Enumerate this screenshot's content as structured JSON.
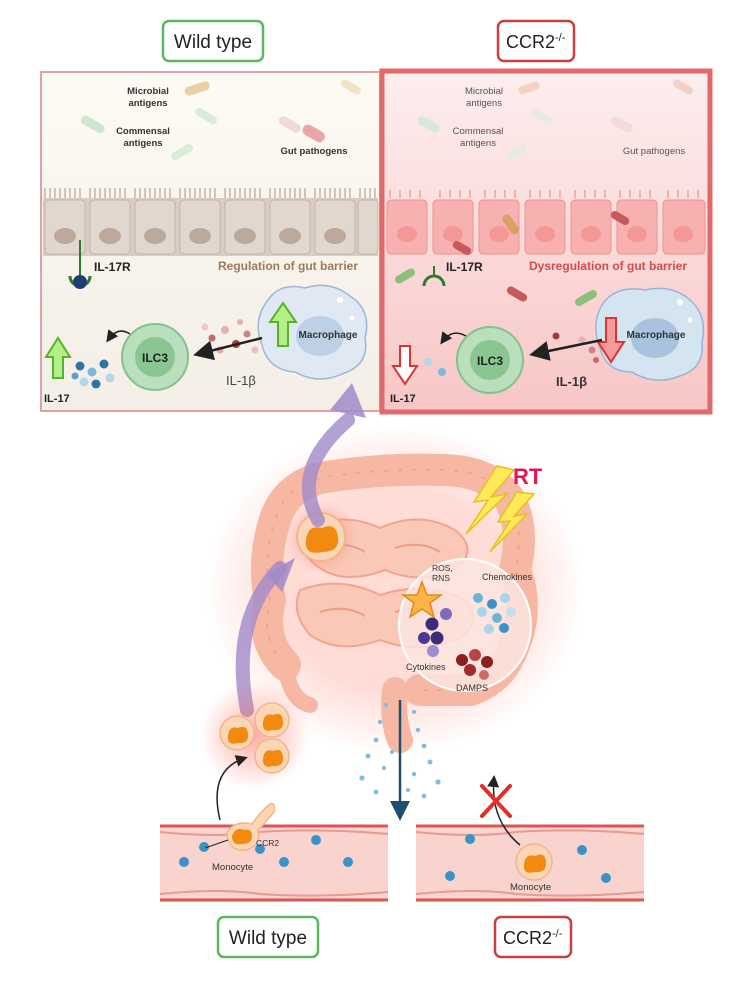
{
  "top_left_panel": {
    "header": "Wild type",
    "microbial_antigens": [
      "Microbial",
      "antigens"
    ],
    "commensal_antigens": [
      "Commensal",
      "antigens"
    ],
    "gut_pathogens": "Gut pathogens",
    "receptor": "IL-17R",
    "barrier_text": "Regulation of gut barrier",
    "macrophage": "Macrophage",
    "ilc3": "ILC3",
    "il1b": "IL-1β",
    "il17": "IL-17"
  },
  "top_right_panel": {
    "header_base": "CCR2",
    "header_sup": "-/-",
    "microbial_antigens": [
      "Microbial",
      "antigens"
    ],
    "commensal_antigens": [
      "Commensal",
      "antigens"
    ],
    "gut_pathogens": "Gut pathogens",
    "receptor": "IL-17R",
    "barrier_text": "Dysregulation of gut barrier",
    "macrophage": "Macrophage",
    "ilc3": "ILC3",
    "il1b": "IL-1β",
    "il17": "IL-17"
  },
  "gut": {
    "rt_label": "RT",
    "ros_rns": [
      "ROS,",
      "RNS"
    ],
    "chemokines": "Chemokines",
    "cytokines": "Cytokines",
    "damps": "DAMPS"
  },
  "bottom_left_vessel": {
    "ccr2": "CCR2",
    "monocyte": "Monocyte",
    "footer": "Wild type"
  },
  "bottom_right_vessel": {
    "monocyte": "Monocyte",
    "footer_base": "CCR2",
    "footer_sup": "-/-"
  },
  "colors": {
    "wild_type_green": "#5cb85c",
    "ko_red": "#c9403f",
    "panel_border_red": "#e2696a",
    "rt_magenta": "#e0185a",
    "barrier_tan": "#a0795a",
    "barrier_red": "#d84a4a",
    "arrow_purple": "#a089c9"
  }
}
